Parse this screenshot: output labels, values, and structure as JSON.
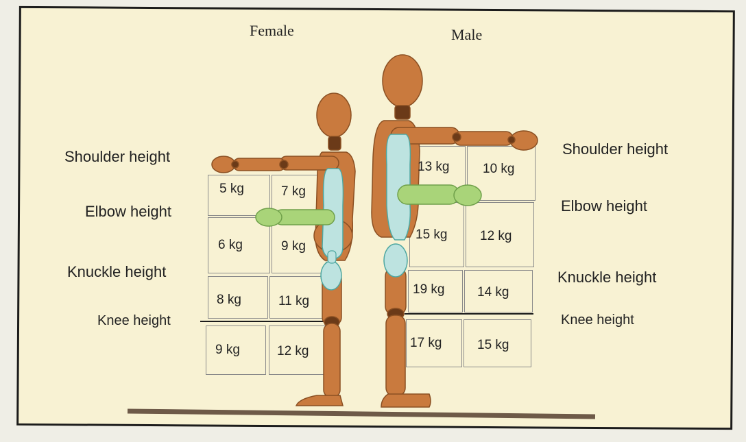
{
  "columns": {
    "female": "Female",
    "male": "Male"
  },
  "left_labels": {
    "shoulder": "Shoulder height",
    "elbow": "Elbow height",
    "knuckle": "Knuckle height",
    "knee": "Knee height"
  },
  "right_labels": {
    "shoulder": "Shoulder height",
    "elbow": "Elbow height",
    "knuckle": "Knuckle height",
    "knee": "Knee height"
  },
  "female_limits": [
    [
      "5 kg",
      "7 kg"
    ],
    [
      "6 kg",
      "9 kg"
    ],
    [
      "8 kg",
      "11 kg"
    ],
    [
      "9 kg",
      "12 kg"
    ]
  ],
  "male_limits": [
    [
      "13 kg",
      "10 kg"
    ],
    [
      "15 kg",
      "12 kg"
    ],
    [
      "19 kg",
      "14 kg"
    ],
    [
      "17 kg",
      "15 kg"
    ]
  ],
  "colors": {
    "background": "#f8f2d3",
    "body": "#c97a3e",
    "arm_highlight": "#a9d479",
    "torso_highlight": "#bde3e0",
    "floor": "#6e5a48"
  }
}
